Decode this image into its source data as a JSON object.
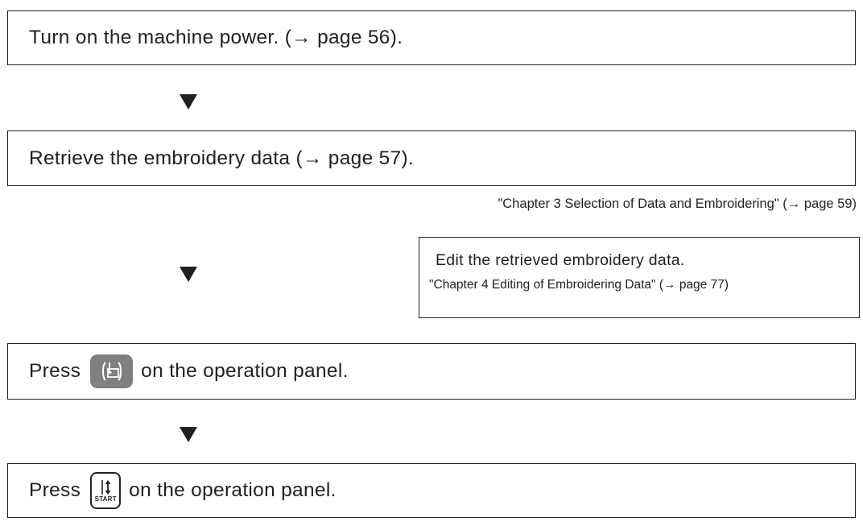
{
  "steps": {
    "power": {
      "text": "Turn on the machine power. (→ page 56)."
    },
    "retrieve": {
      "text": "Retrieve the embroidery data (→ page 57)."
    },
    "edit_mode": {
      "prefix": "Press",
      "suffix": "on the operation panel.",
      "key_icon": "edit-key-icon"
    },
    "start": {
      "prefix": "Press",
      "suffix": "on the operation panel.",
      "key_icon": "start-key-icon",
      "key_label": "START"
    }
  },
  "chapter3_ref": "\"Chapter 3  Selection of Data and Embroidering\" (→ page 59)",
  "optional_edit": {
    "title": "Edit the retrieved embroidery data.",
    "ref": "\"Chapter 4  Editing of Embroidering Data\" (→ page 77)"
  },
  "flow_arrow_icon": "down-triangle-icon",
  "colors": {
    "ink": "#231f20",
    "key_gray": "#7f7f7f"
  }
}
